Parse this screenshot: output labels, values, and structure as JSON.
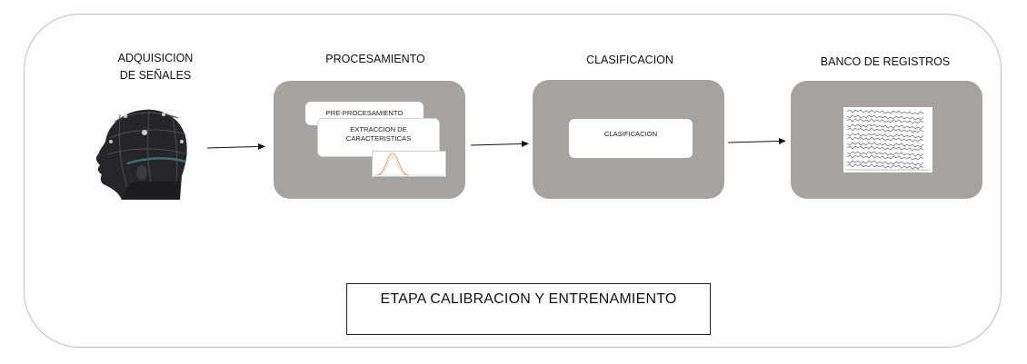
{
  "stages": {
    "acquisition_title_line1": "ADQUISICION",
    "acquisition_title_line2": "DE SEÑALES",
    "processing_title": "PROCESAMIENTO",
    "classification_title": "CLASIFICACION",
    "records_title": "BANCO DE REGISTROS"
  },
  "processing": {
    "preprocessing_label": "PRE-PROCESAMIENTO",
    "feature_extraction_line1": "EXTRACCION DE",
    "feature_extraction_line2": "CARACTERISTICAS"
  },
  "classification": {
    "card_label": "CLASIFICACIÓN"
  },
  "footer": {
    "label": "ETAPA CALIBRACION Y ENTRENAMIENTO"
  },
  "colors": {
    "block_fill": "#a6a2a0",
    "frame_border": "#bdbdbd",
    "curve": "#e8a060"
  },
  "icons": {
    "acquisition": "eeg-headset-head-icon",
    "records": "eeg-recording-sheet-icon"
  }
}
